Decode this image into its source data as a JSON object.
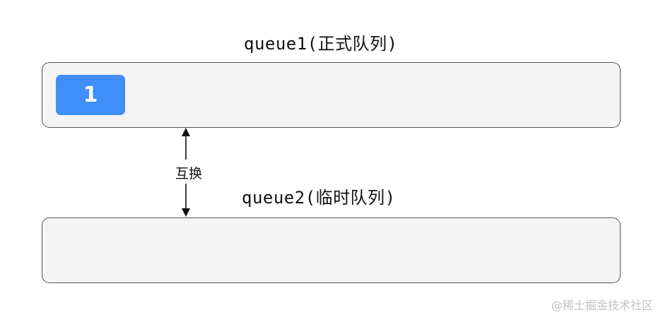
{
  "diagram": {
    "queue1": {
      "title": "queue1(正式队列)",
      "items": [
        "1"
      ]
    },
    "queue2": {
      "title": "queue2(临时队列)",
      "items": []
    },
    "swap_label": "互换",
    "colors": {
      "item_fill": "#3f8ef9",
      "box_fill": "#f4f4f4",
      "box_border": "#555555"
    }
  },
  "watermark": "@稀土掘金技术社区"
}
